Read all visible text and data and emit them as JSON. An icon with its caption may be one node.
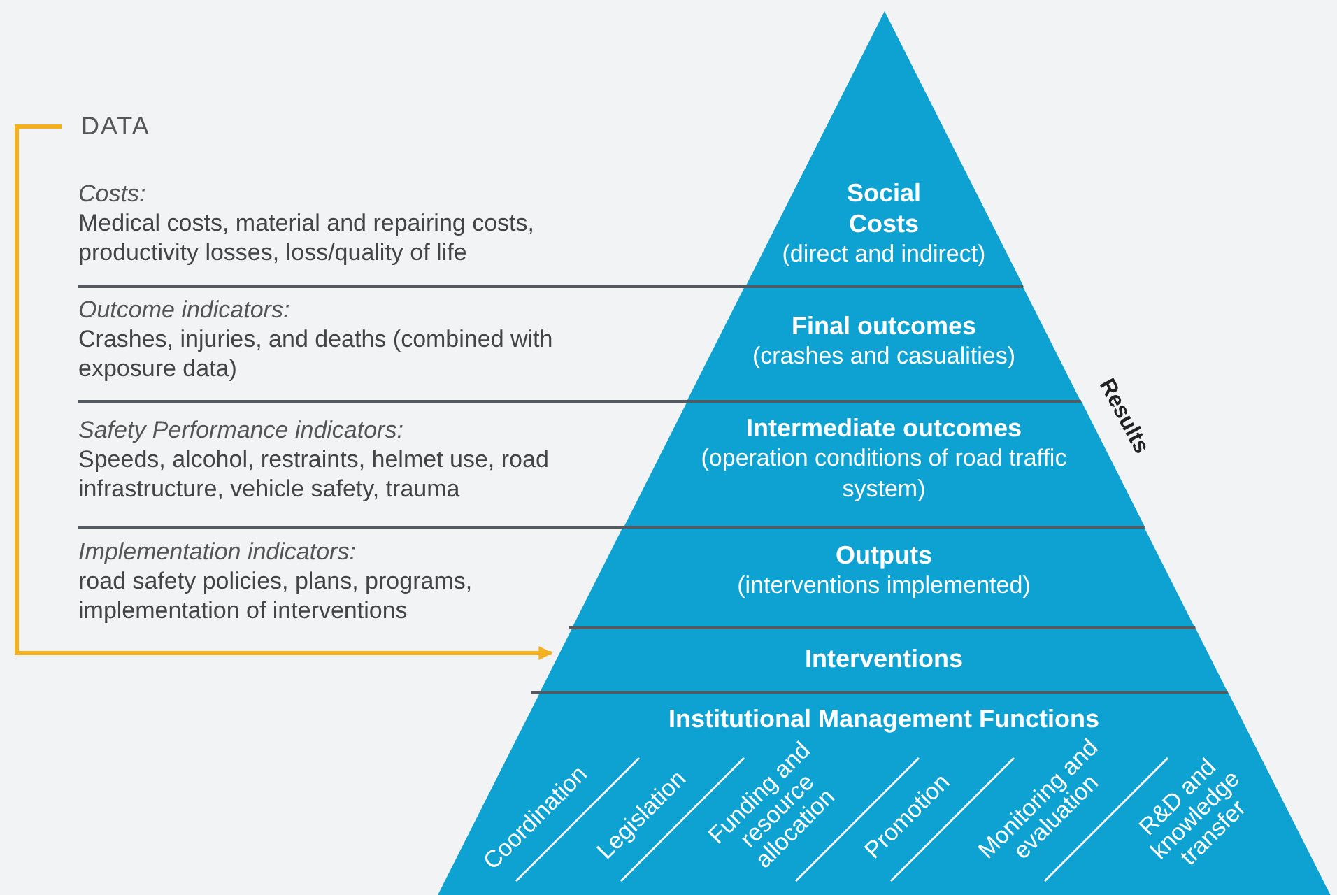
{
  "diagram": {
    "nodes": [
      {
        "text": [
          "DATA"
        ]
      },
      {
        "text": [
          "Costs:",
          "Medical costs, material and repairing costs, productivity losses, loss/quality of life"
        ]
      },
      {
        "text": [
          "Outcome indicators:",
          "Crashes, injuries, and deaths (combined with exposure data)"
        ]
      },
      {
        "text": [
          "Safety Performance indicators:",
          "Speeds, alcohol, restraints, helmet use, road infrastructure, vehicle safety, trauma"
        ]
      },
      {
        "text": [
          "Implementation indicators:",
          "road safety policies, plans, programs, implementation of interventions"
        ]
      },
      {
        "text": [
          "Social Costs",
          "(direct and indirect)"
        ]
      },
      {
        "text": [
          "Final outcomes",
          "(crashes and casualities)"
        ]
      },
      {
        "text": [
          "Intermediate outcomes",
          "(operation conditions of road traffic system)"
        ]
      },
      {
        "text": [
          "Outputs",
          "(interventions implemented)"
        ]
      },
      {
        "text": [
          "Interventions"
        ]
      },
      {
        "text": [
          "Institutional Management Functions"
        ]
      },
      {
        "text": [
          "Coordination"
        ],
        "in": 10
      },
      {
        "text": [
          "Legislation"
        ],
        "in": 10
      },
      {
        "text": [
          "Funding and resource allocation"
        ],
        "in": 10
      },
      {
        "text": [
          "Promotion"
        ],
        "in": 10
      },
      {
        "text": [
          "Monitoring and evaluation"
        ],
        "in": 10
      },
      {
        "text": [
          "R&D and knowledge transfer"
        ],
        "in": 10
      }
    ],
    "edges": [
      {
        "from": 0,
        "to": 9,
        "arrow": "to"
      }
    ],
    "labels": [
      "Results"
    ]
  }
}
